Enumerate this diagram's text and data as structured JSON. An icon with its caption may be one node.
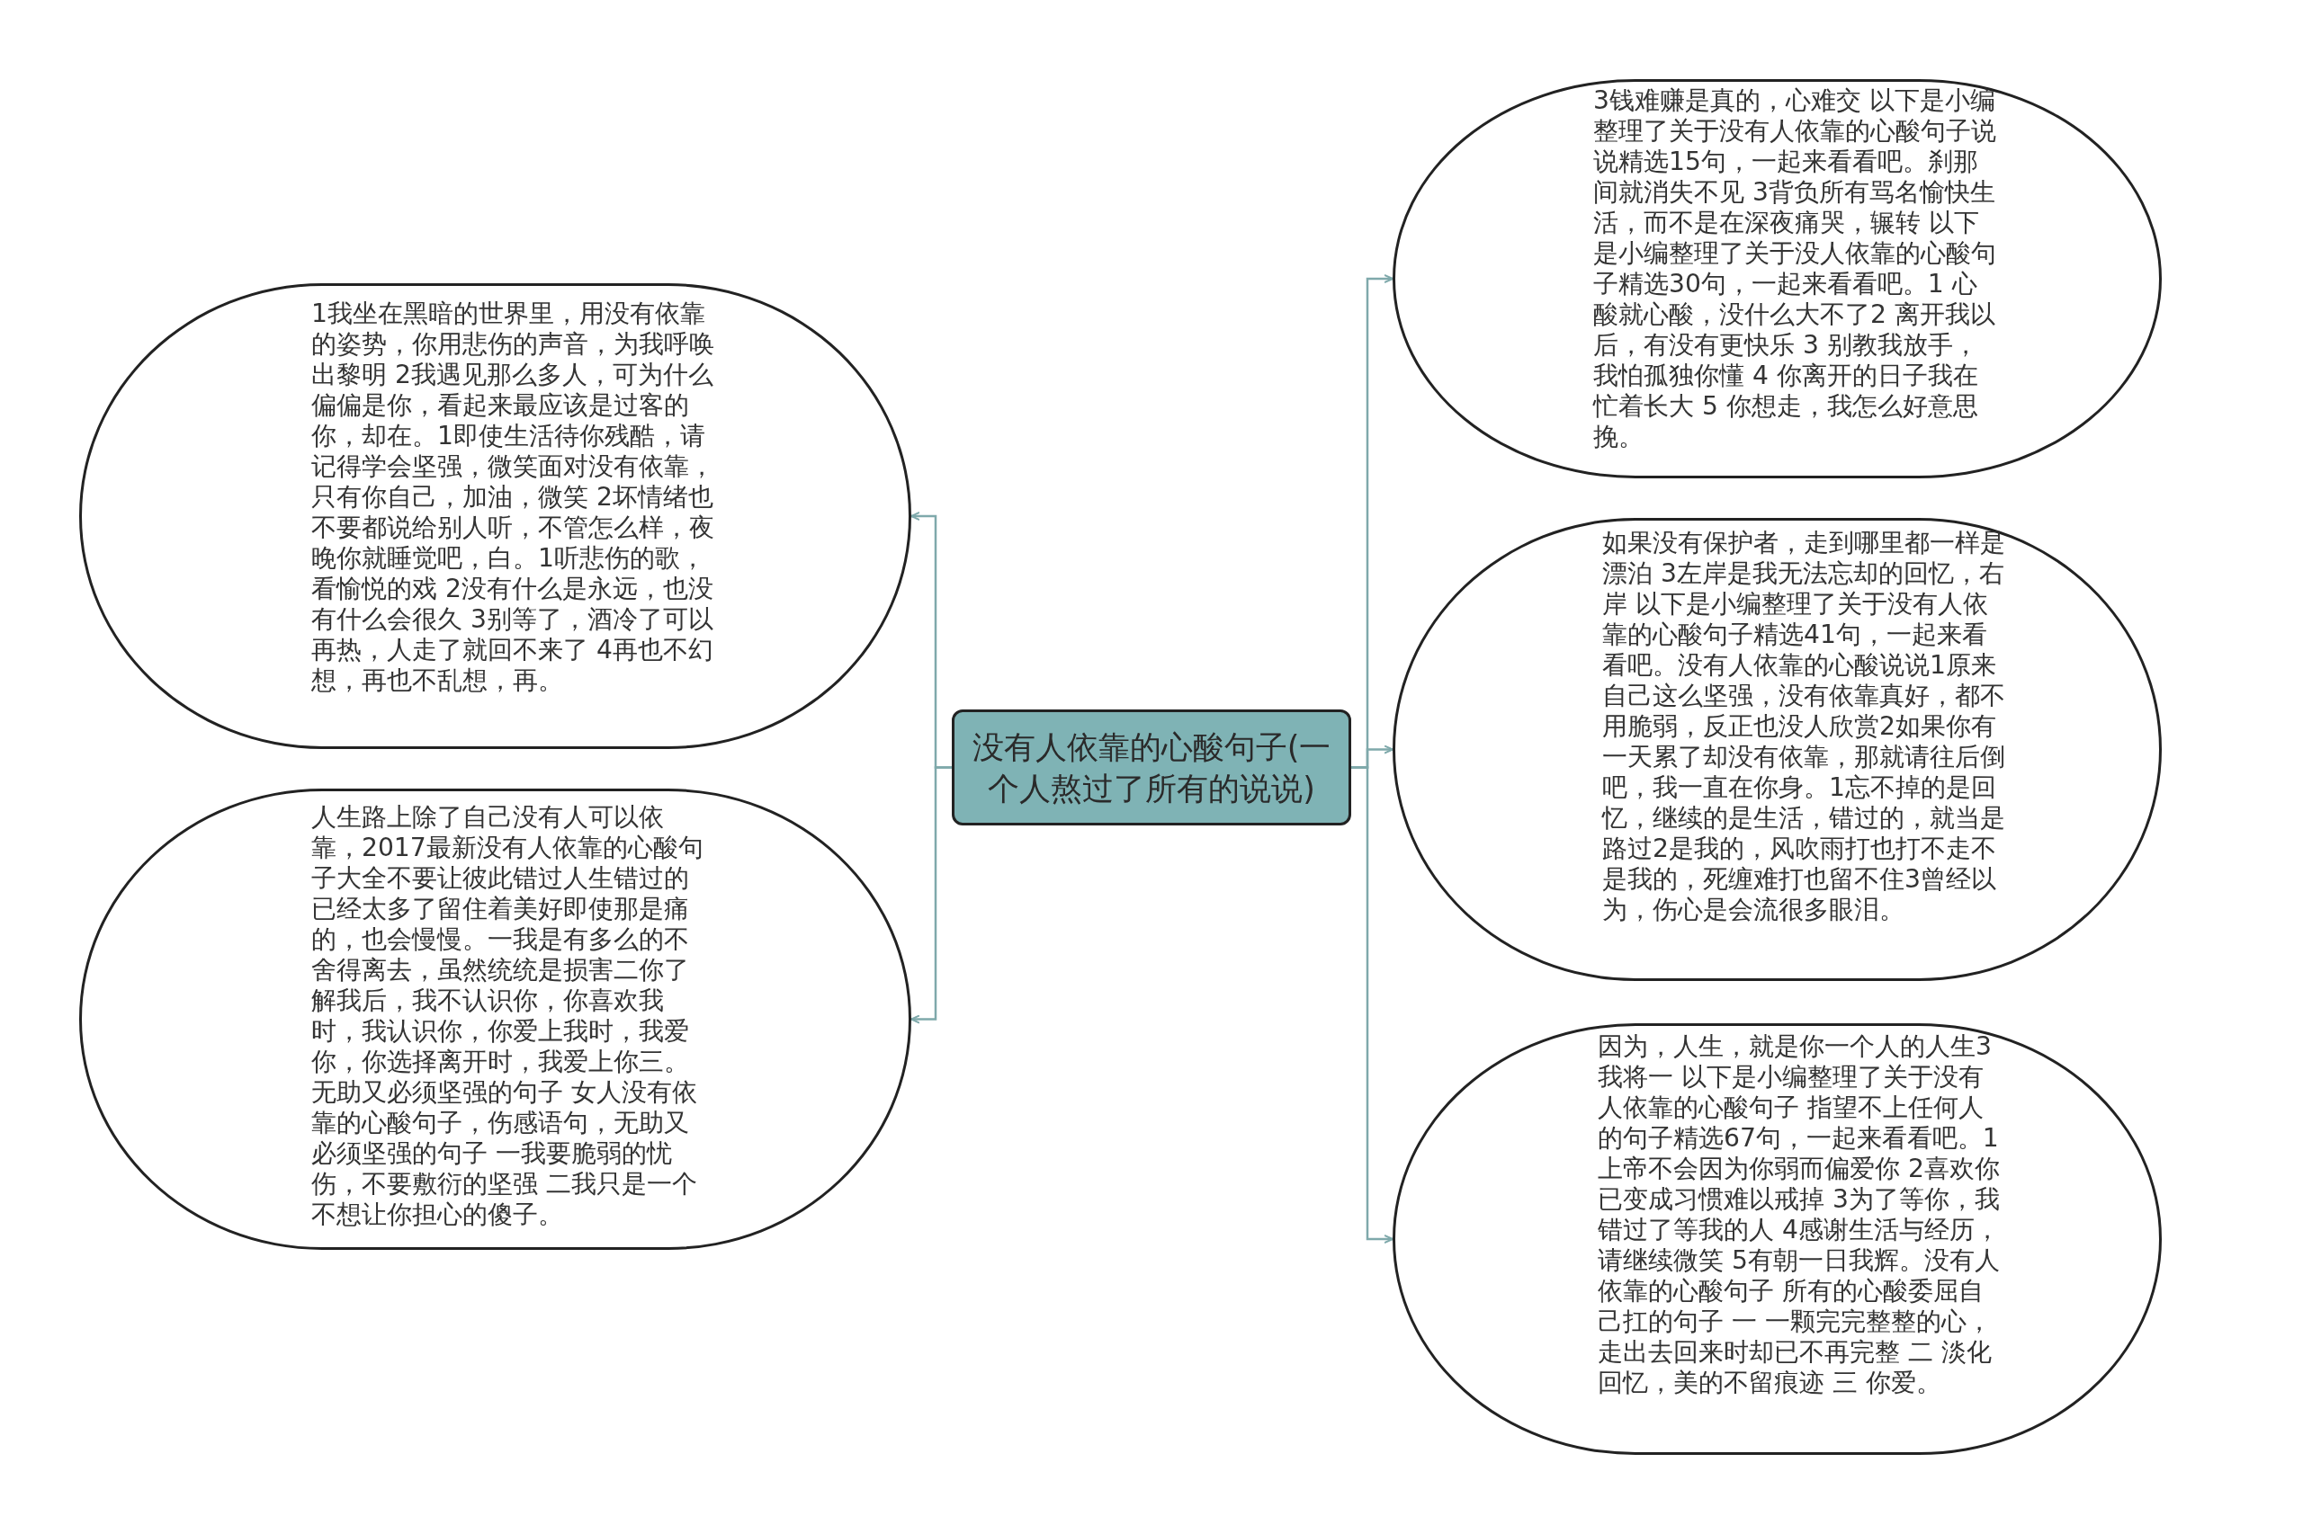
{
  "diagram": {
    "nodes": [
      {
        "text": [
          "没有人依靠的心酸句子(一个人熬过了所有的说说)"
        ]
      },
      {
        "text": [
          "1我坐在黑暗的世界里，用没有依靠的姿势，你用悲伤的声音，为我呼唤出黎明 2我遇见那么多人，可为什么偏偏是你，看起来最应该是过客的你，却在。1即使生活待你残酷，请记得学会坚强，微笑面对没有依靠，只有你自己，加油，微笑 2坏情绪也不要都说给别人听，不管怎么样，夜晚你就睡觉吧，白。1听悲伤的歌，看愉悦的戏 2没有什么是永远，也没有什么会很久 3别等了，酒冷了可以再热，人走了就回不来了 4再也不幻想，再也不乱想，再。"
        ]
      },
      {
        "text": [
          "人生路上除了自己没有人可以依靠，2017最新没有人依靠的心酸句子大全不要让彼此错过人生错过的已经太多了留住着美好即使那是痛的，也会慢慢。一我是有多么的不舍得离去，虽然统统是损害二你了解我后，我不认识你，你喜欢我时，我认识你，你爱上我时，我爱你，你选择离开时，我爱上你三。无助又必须坚强的句子 女人没有依靠的心酸句子，伤感语句，无助又必须坚强的句子 一我要脆弱的忧伤，不要敷衍的坚强 二我只是一个不想让你担心的傻子。"
        ]
      },
      {
        "text": [
          "3钱难赚是真的，心难交 以下是小编整理了关于没有人依靠的心酸句子说说精选15句，一起来看看吧。刹那间就消失不见 3背负所有骂名愉快生活，而不是在深夜痛哭，辗转 以下是小编整理了关于没人依靠的心酸句子精选30句，一起来看看吧。1 心酸就心酸，没什么大不了2 离开我以后，有没有更快乐 3 别教我放手，我怕孤独你懂 4 你离开的日子我在忙着长大 5 你想走，我怎么好意思挽。"
        ]
      },
      {
        "text": [
          "如果没有保护者，走到哪里都一样是漂泊 3左岸是我无法忘却的回忆，右岸 以下是小编整理了关于没有人依靠的心酸句子精选41句，一起来看看吧。没有人依靠的心酸说说1原来自己这么坚强，没有依靠真好，都不用脆弱，反正也没人欣赏2如果你有一天累了却没有依靠，那就请往后倒吧，我一直在你身。1忘不掉的是回忆，继续的是生活，错过的，就当是路过2是我的，风吹雨打也打不走不是我的，死缠难打也留不住3曾经以为，伤心是会流很多眼泪。"
        ]
      },
      {
        "text": [
          "因为，人生，就是你一个人的人生3我将一 以下是小编整理了关于没有人依靠的心酸句子 指望不上任何人的句子精选67句，一起来看看吧。1上帝不会因为你弱而偏爱你 2喜欢你已变成习惯难以戒掉 3为了等你，我错过了等我的人 4感谢生活与经历，请继续微笑 5有朝一日我辉。没有人依靠的心酸句子 所有的心酸委屈自己扛的句子 一 一颗完完整整的心，走出去回来时却已不再完整 二 淡化回忆，美的不留痕迹 三 你爱。"
        ]
      }
    ],
    "edges": [
      {
        "from": 0,
        "to": 1,
        "arrow": "to"
      },
      {
        "from": 0,
        "to": 2,
        "arrow": "to"
      },
      {
        "from": 0,
        "to": 3,
        "arrow": "to"
      },
      {
        "from": 0,
        "to": 4,
        "arrow": "to"
      },
      {
        "from": 0,
        "to": 5,
        "arrow": "to"
      }
    ]
  }
}
